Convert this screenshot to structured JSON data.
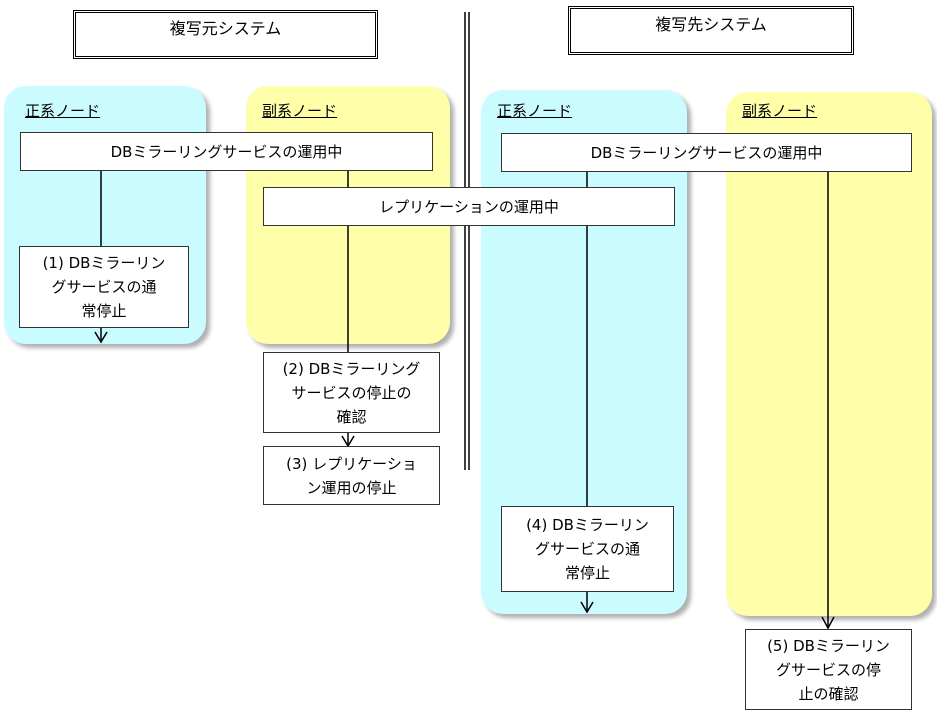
{
  "source_system": {
    "title": "複写元システム"
  },
  "target_system": {
    "title": "複写先システム"
  },
  "lanes": {
    "source_primary": "正系ノード",
    "source_secondary": "副系ノード",
    "target_primary": "正系ノード",
    "target_secondary": "副系ノード"
  },
  "bars": {
    "source_mirroring": "DBミラーリングサービスの運用中",
    "replication": "レプリケーションの運用中",
    "target_mirroring": "DBミラーリングサービスの運用中"
  },
  "steps": [
    {
      "id": "step1",
      "lines": [
        "(1) DBミラーリン",
        "グサービスの通",
        "常停止"
      ]
    },
    {
      "id": "step2",
      "lines": [
        "(2) DBミラーリング",
        "サービスの停止の",
        "確認"
      ]
    },
    {
      "id": "step3",
      "lines": [
        "(3) レプリケーショ",
        "ン運用の停止"
      ]
    },
    {
      "id": "step4",
      "lines": [
        "(4) DBミラーリン",
        "グサービスの通",
        "常停止"
      ]
    },
    {
      "id": "step5",
      "lines": [
        "(5) DBミラーリン",
        "グサービスの停",
        "止の確認"
      ]
    }
  ]
}
